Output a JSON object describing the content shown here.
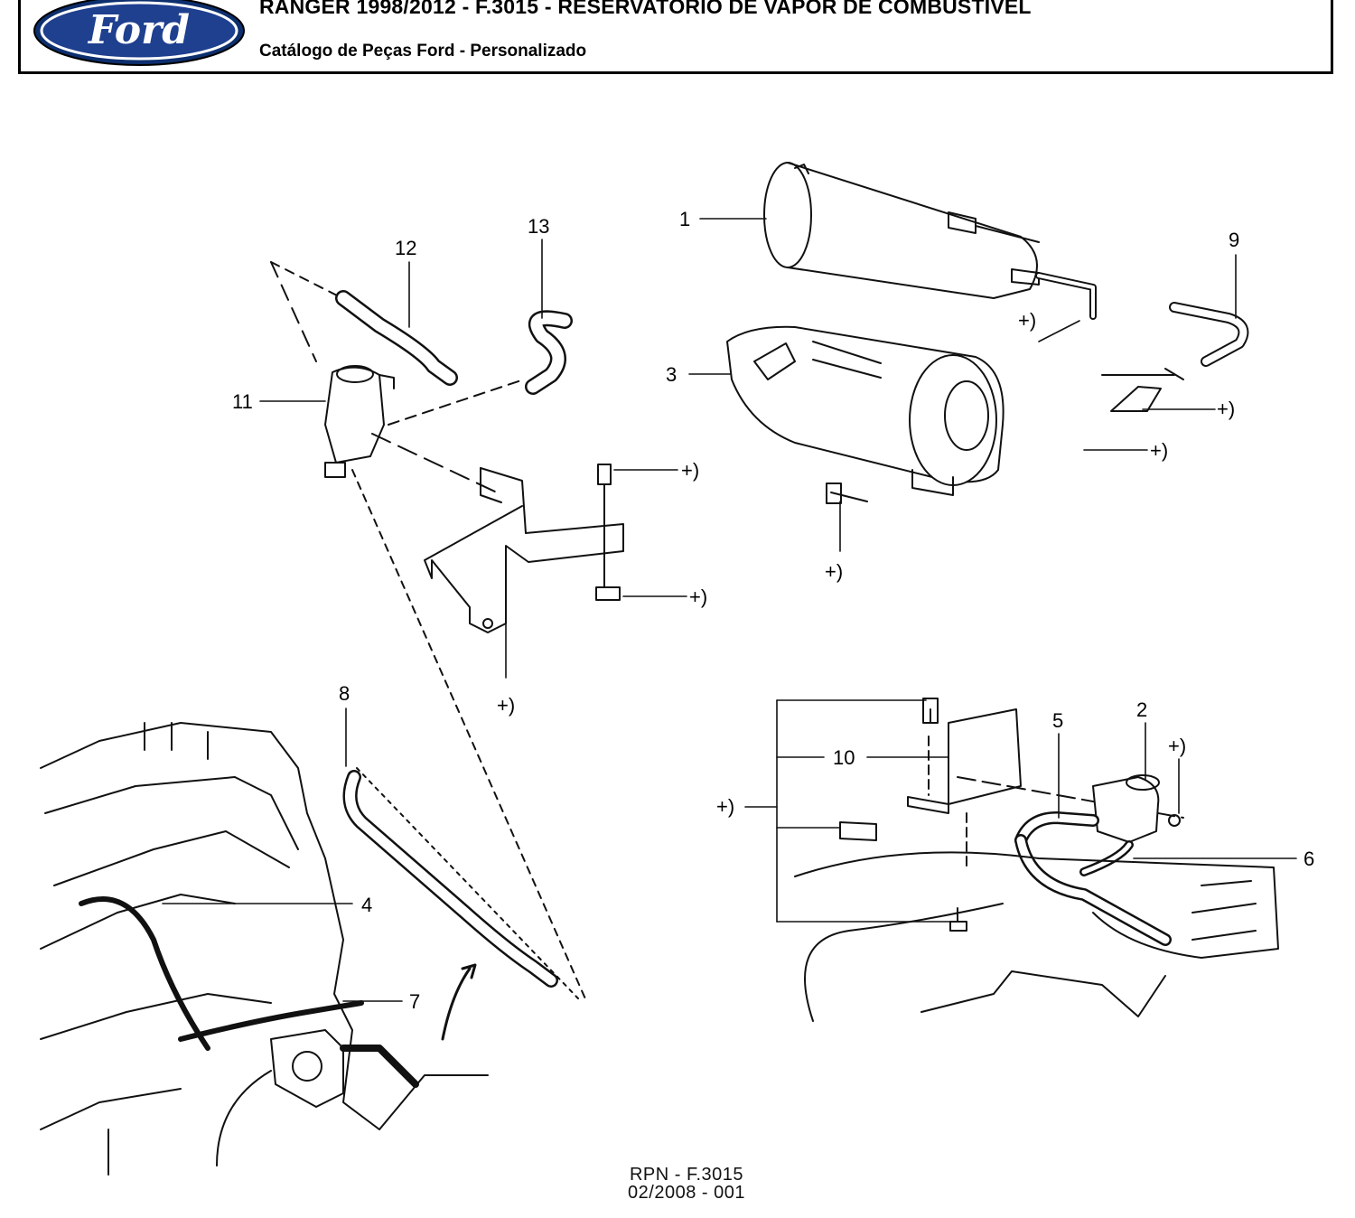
{
  "header": {
    "logo_text": "Ford",
    "title": "RANGER 1998/2012 - F.3015 - RESERVATÓRIO DE VAPOR DE COMBUSTÍVEL",
    "subtitle": "Catálogo de Peças Ford - Personalizado"
  },
  "callouts": {
    "c1": "1",
    "c2": "2",
    "c3": "3",
    "c4": "4",
    "c5": "5",
    "c6": "6",
    "c7": "7",
    "c8": "8",
    "c9": "9",
    "c10": "10",
    "c11": "11",
    "c12": "12",
    "c13": "13",
    "plus_note": "+)"
  },
  "footer": {
    "rpn": "RPN - F.3015",
    "date_code": "02/2008 - 001"
  },
  "colors": {
    "ford_blue": "#1f3f8f",
    "line": "#111111"
  }
}
